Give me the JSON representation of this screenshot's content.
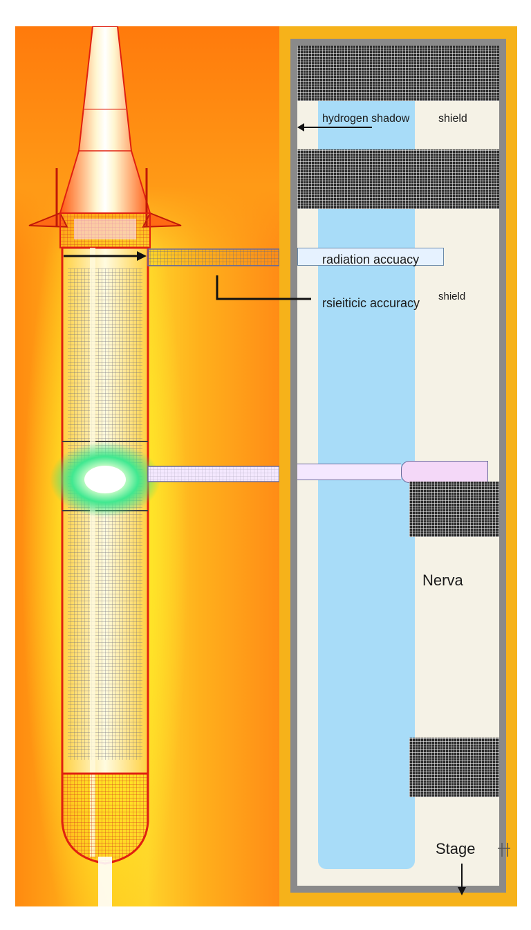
{
  "labels": {
    "hydrogen_shadow": "hydrogen shadow",
    "shield_top": "shield",
    "radiation_accuracy": "radiation accuacy",
    "rsieiticic_accuracy": "rsieiticic accuracy",
    "shield_small": "shield",
    "nerva": "Nerva",
    "stage": "Stage"
  },
  "colors": {
    "background_orange": "#ff8a10",
    "frame_yellow": "#f6b21a",
    "tank_blue": "#a8dcf8",
    "panel_cream": "#f5f2e6",
    "panel_border": "#8a8a8a",
    "mesh_dark": "#2b2b2b"
  }
}
